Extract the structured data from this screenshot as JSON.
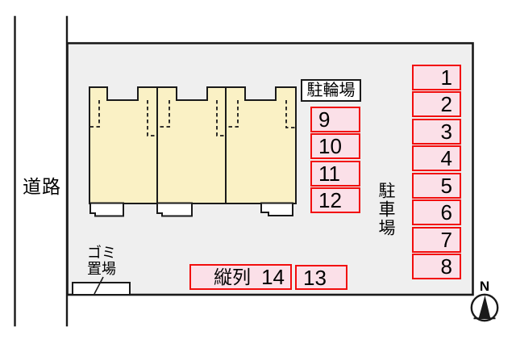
{
  "plan": {
    "road_label": "道路",
    "bicycle_area_label": "駐輪場",
    "parking_area_label": "駐車場",
    "garbage_label_line1": "ゴミ",
    "garbage_label_line2": "置場",
    "tandem_label": "縦列",
    "compass_label": "N"
  },
  "stalls": {
    "right_column": [
      "1",
      "2",
      "3",
      "4",
      "5",
      "6",
      "7",
      "8"
    ],
    "bicycle_column": [
      "9",
      "10",
      "11",
      "12"
    ],
    "tandem_number": "14",
    "stall_13": "13"
  },
  "colors": {
    "site_fill": "#efefef",
    "building_fill": "#faf1c5",
    "stall_fill": "#fbe0e8",
    "stall_border": "#f20d0d",
    "outline": "#1a1a1a"
  }
}
